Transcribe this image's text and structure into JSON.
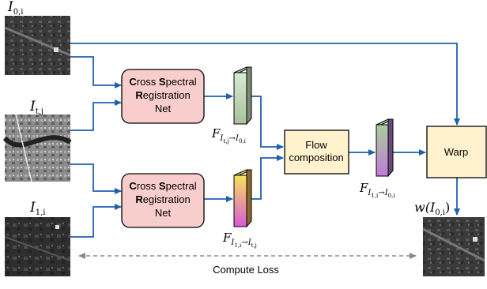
{
  "images": {
    "i0": {
      "label_main": "I",
      "label_sub": "0,i"
    },
    "it": {
      "label_main": "I",
      "label_sub": "t,j"
    },
    "i1": {
      "label_main": "I",
      "label_sub": "1,i"
    },
    "warped": {
      "label_prefix": "w(",
      "label_main": "I",
      "label_sub": "0,i",
      "label_suffix": ")"
    }
  },
  "csr_net": {
    "line1_a_bold": "C",
    "line1_a": "ross ",
    "line1_b_bold": "S",
    "line1_b": "pectral",
    "line2_bold": "R",
    "line2": "egistration",
    "line3": "Net"
  },
  "flows": {
    "f_top": {
      "main": "F",
      "sub": "I",
      "sub_sub": "t,j",
      "arrow": "→",
      "sub2": "I",
      "sub2_sub": "0,i"
    },
    "f_bottom": {
      "main": "F",
      "sub": "I",
      "sub_sub": "1,i",
      "arrow": "→",
      "sub2": "I",
      "sub2_sub": "t,j"
    },
    "f_composed": {
      "main": "F",
      "sub": "I",
      "sub_sub": "1,i",
      "arrow": "→",
      "sub2": "I",
      "sub2_sub": "0,i"
    }
  },
  "flow_composition": {
    "line1": "Flow",
    "line2": "composition"
  },
  "warp": {
    "label": "Warp"
  },
  "loss": {
    "label": "Compute Loss"
  },
  "colors": {
    "arrow": "#1f5fae",
    "csr_fill": "#f8cecc",
    "csr_stroke": "#b85450",
    "yellow_fill": "#fff2cc",
    "yellow_stroke": "#000000",
    "dash": "#888888"
  }
}
